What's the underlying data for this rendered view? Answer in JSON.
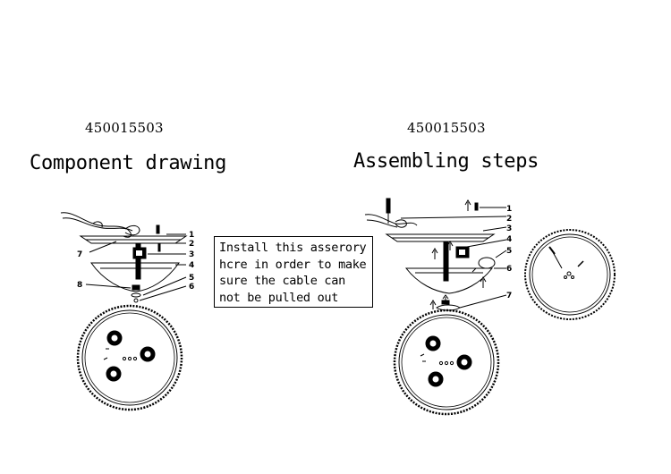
{
  "left_panel": {
    "product_code": "450015503",
    "title": "Component drawing",
    "part_labels": [
      "1",
      "2",
      "3",
      "4",
      "5",
      "6",
      "7",
      "8"
    ]
  },
  "right_panel": {
    "product_code": "450015503",
    "title": "Assembling steps",
    "part_labels": [
      "1",
      "2",
      "3",
      "4",
      "5",
      "6",
      "7"
    ]
  },
  "note": {
    "lines": [
      "Install this asserory",
      "hcre in order to make",
      "sure the cable can",
      "not be pulled out"
    ]
  }
}
